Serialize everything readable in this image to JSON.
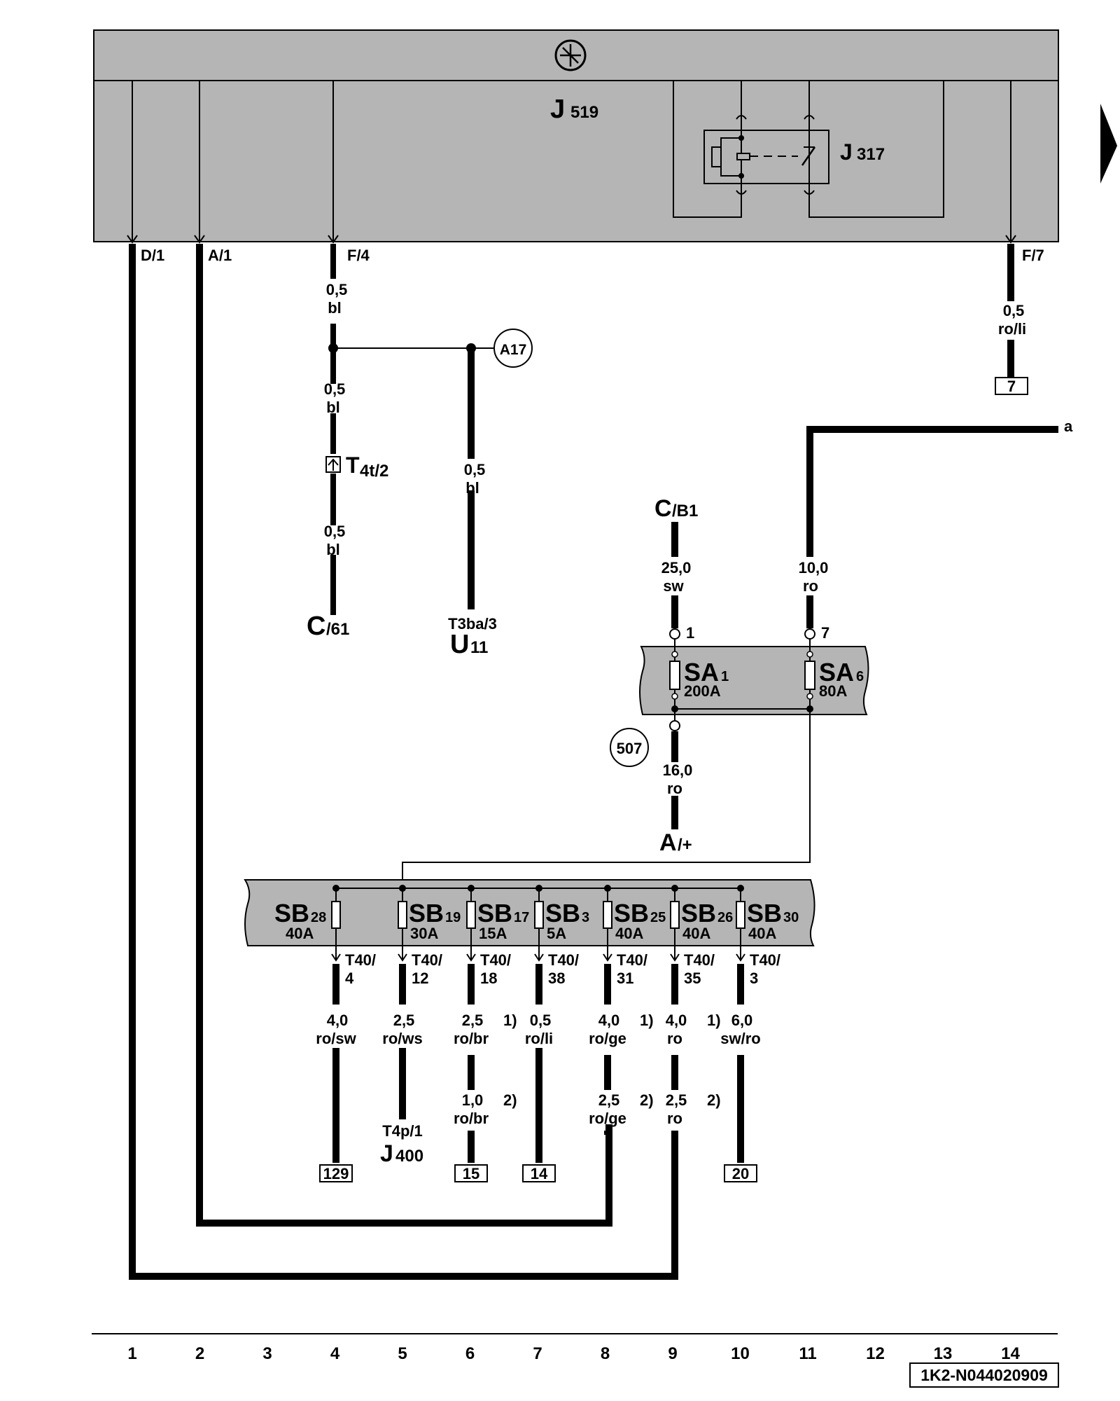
{
  "colors": {
    "housing": "#b5b5b5",
    "fusebox": "#b5b5b5",
    "wire": "#000000"
  },
  "ecu": {
    "name": "J",
    "sub": "519",
    "symbol": "ecu-icon",
    "pins": {
      "d1": "D/1",
      "a1": "A/1",
      "f4": "F/4",
      "f7": "F/7"
    }
  },
  "relay": {
    "name": "J",
    "sub": "317"
  },
  "wires": {
    "f4_top": {
      "size": "0,5",
      "color": "bl"
    },
    "f4_mid": {
      "size": "0,5",
      "color": "bl"
    },
    "f4_bottom": {
      "size": "0,5",
      "color": "bl"
    },
    "u11": {
      "size": "0,5",
      "color": "bl"
    },
    "f7": {
      "size": "0,5",
      "color": "ro/li"
    },
    "cb1": {
      "size": "25,0",
      "color": "sw"
    },
    "sa6_in": {
      "size": "10,0",
      "color": "ro"
    },
    "a_plus": {
      "size": "16,0",
      "color": "ro"
    }
  },
  "nodes": {
    "a17": "A17",
    "n507": "507"
  },
  "connectors": {
    "t4t": {
      "main": "T",
      "sub": "4t/2"
    },
    "t3ba": "T3ba/3",
    "t4p": "T4p/1"
  },
  "components": {
    "c61": {
      "main": "C",
      "sub": "/61"
    },
    "u11": {
      "main": "U",
      "sub": "11"
    },
    "cb1": {
      "main": "C",
      "sub": "/B1"
    },
    "aplus": {
      "main": "A",
      "sub": "/+"
    },
    "j400": {
      "main": "J",
      "sub": "400"
    }
  },
  "refs": {
    "f7": "7",
    "sb28": "129",
    "sb17": "15",
    "sb3": "14",
    "sb30": "20",
    "a": "a"
  },
  "sa_box": {
    "pin1": "1",
    "pin7": "7",
    "fuses": [
      {
        "name": "SA",
        "sub": "1",
        "rating": "200A"
      },
      {
        "name": "SA",
        "sub": "6",
        "rating": "80A"
      }
    ]
  },
  "sb_fuses": [
    {
      "name": "SB",
      "sub": "28",
      "rating": "40A",
      "t40a": "T40/",
      "t40b": "4",
      "w1": {
        "size": "4,0",
        "color": "ro/sw",
        "note": ""
      },
      "w2": null
    },
    {
      "name": "SB",
      "sub": "19",
      "rating": "30A",
      "t40a": "T40/",
      "t40b": "12",
      "w1": {
        "size": "2,5",
        "color": "ro/ws",
        "note": ""
      },
      "w2": null
    },
    {
      "name": "SB",
      "sub": "17",
      "rating": "15A",
      "t40a": "T40/",
      "t40b": "18",
      "w1": {
        "size": "2,5",
        "color": "ro/br",
        "note": "1)"
      },
      "w2": {
        "size": "1,0",
        "color": "ro/br",
        "note": "2)"
      }
    },
    {
      "name": "SB",
      "sub": "3",
      "rating": "5A",
      "t40a": "T40/",
      "t40b": "38",
      "w1": {
        "size": "0,5",
        "color": "ro/li",
        "note": ""
      },
      "w2": null
    },
    {
      "name": "SB",
      "sub": "25",
      "rating": "40A",
      "t40a": "T40/",
      "t40b": "31",
      "w1": {
        "size": "4,0",
        "color": "ro/ge",
        "note": "1)"
      },
      "w2": {
        "size": "2,5",
        "color": "ro/ge",
        "note": "2)"
      }
    },
    {
      "name": "SB",
      "sub": "26",
      "rating": "40A",
      "t40a": "T40/",
      "t40b": "35",
      "w1": {
        "size": "4,0",
        "color": "ro",
        "note": "1)"
      },
      "w2": {
        "size": "2,5",
        "color": "ro",
        "note": "2)"
      }
    },
    {
      "name": "SB",
      "sub": "30",
      "rating": "40A",
      "t40a": "T40/",
      "t40b": "3",
      "w1": {
        "size": "6,0",
        "color": "sw/ro",
        "note": ""
      },
      "w2": null
    }
  ],
  "columns": [
    "1",
    "2",
    "3",
    "4",
    "5",
    "6",
    "7",
    "8",
    "9",
    "10",
    "11",
    "12",
    "13",
    "14"
  ],
  "doc_id": "1K2-N044020909",
  "continuation_arrow": "arrow-right-icon"
}
